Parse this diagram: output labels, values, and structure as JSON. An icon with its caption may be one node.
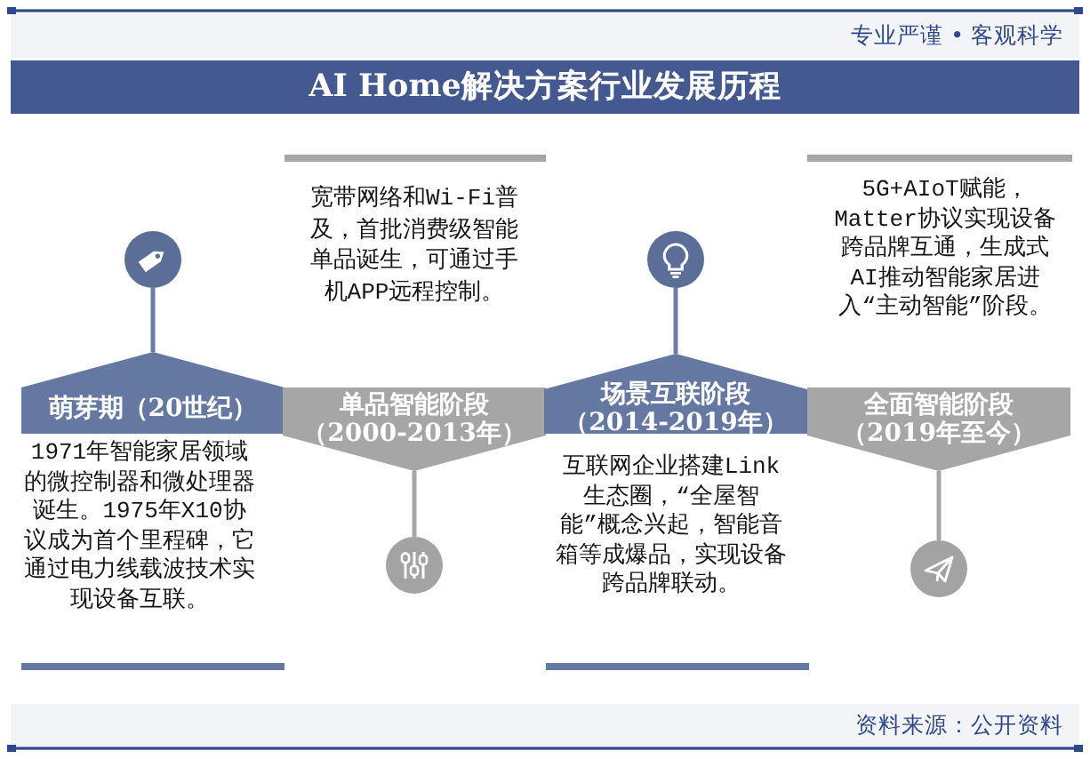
{
  "diagram": {
    "title": "AI Home解决方案行业发展历程",
    "nodes": [
      {
        "text": [
          "萌芽期（20世纪）"
        ],
        "beside": [
          "1971年智能家居领域的微控制器和微处理器诞生。1975年X10协议成为首个里程碑，它通过电力线载波技术实现设备互联。"
        ]
      },
      {
        "text": [
          "单品智能阶段",
          "（2000-2013年）"
        ],
        "beside": [
          "宽带网络和Wi-Fi普及，首批消费级智能单品诞生，可通过手机APP远程控制。"
        ]
      },
      {
        "text": [
          "场景互联阶段",
          "（2014-2019年）"
        ],
        "beside": [
          "互联网企业搭建Link生态圈，“全屋智能”概念兴起，智能音箱等成爆品，实现设备跨品牌联动。"
        ]
      },
      {
        "text": [
          "全面智能阶段",
          "（2019年至今）"
        ],
        "beside": [
          "5G+AIoT赋能，Matter协议实现设备跨品牌互通，生成式AI推动智能家居进入“主动智能”阶段。"
        ]
      },
      {
        "text": [],
        "shape": "circle"
      },
      {
        "text": [],
        "shape": "circle"
      },
      {
        "text": [],
        "shape": "circle"
      },
      {
        "text": [],
        "shape": "circle"
      }
    ],
    "edges": [
      {
        "from": 4,
        "to": 0,
        "arrow": "none",
        "color": "#6a7ea6"
      },
      {
        "from": 5,
        "to": 1,
        "arrow": "none",
        "color": "#a6a6a6"
      },
      {
        "from": 6,
        "to": 2,
        "arrow": "none",
        "color": "#6a7ea6"
      },
      {
        "from": 7,
        "to": 3,
        "arrow": "none",
        "color": "#a6a6a6"
      }
    ],
    "labels": [
      "专业严谨 • 客观科学",
      "资料来源：公开资料"
    ]
  }
}
